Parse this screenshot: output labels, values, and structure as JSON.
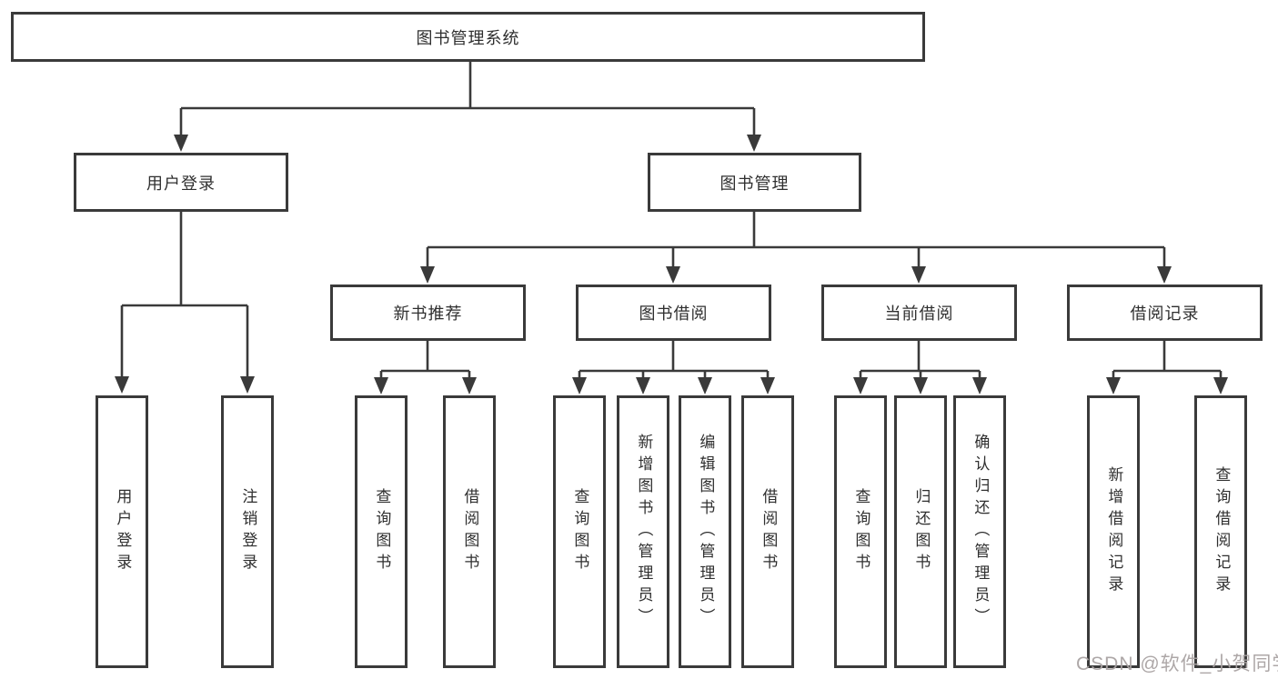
{
  "tree": {
    "root": {
      "label": "图书管理系统"
    },
    "branches": [
      {
        "label": "用户登录",
        "children": [
          {
            "label": "用户登录"
          },
          {
            "label": "注销登录"
          }
        ]
      },
      {
        "label": "图书管理",
        "sections": [
          {
            "label": "新书推荐",
            "children": [
              {
                "label": "查询图书"
              },
              {
                "label": "借阅图书"
              }
            ]
          },
          {
            "label": "图书借阅",
            "children": [
              {
                "label": "查询图书"
              },
              {
                "label": "新增图书（管理员）"
              },
              {
                "label": "编辑图书（管理员）"
              },
              {
                "label": "借阅图书"
              }
            ]
          },
          {
            "label": "当前借阅",
            "children": [
              {
                "label": "查询图书"
              },
              {
                "label": "归还图书"
              },
              {
                "label": "确认归还（管理员）"
              }
            ]
          },
          {
            "label": "借阅记录",
            "children": [
              {
                "label": "新增借阅记录"
              },
              {
                "label": "查询借阅记录"
              }
            ]
          }
        ]
      }
    ]
  },
  "watermark": {
    "text": "CSDN @软件_小贺同学"
  },
  "colors": {
    "line": "#3a3a3a",
    "box_border": "#3a3a3a",
    "box_fill": "#ffffff",
    "text": "#2f2f2f",
    "watermark": "#a9a2a2"
  }
}
